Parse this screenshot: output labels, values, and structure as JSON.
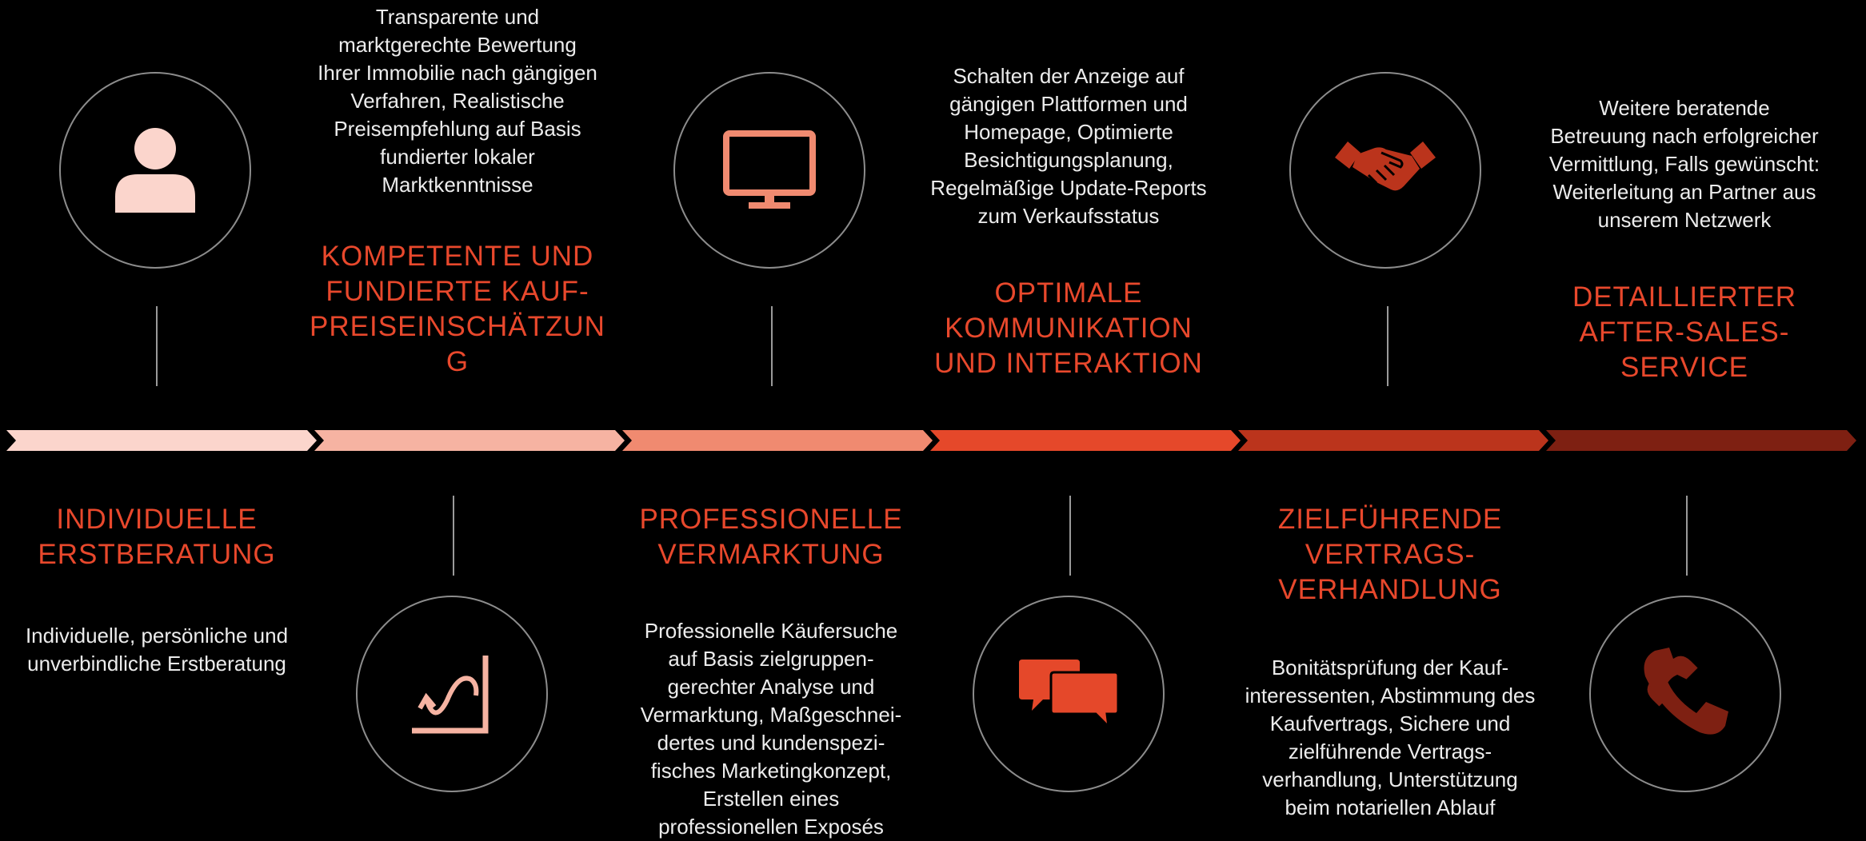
{
  "colors": {
    "background": "#000000",
    "title": "#e8482c",
    "text": "#ececec",
    "circle_border": "#8c8c8c",
    "arrows": [
      "#fbd5cc",
      "#f6b3a2",
      "#f08a70",
      "#e5482a",
      "#bb341c",
      "#7e2012"
    ]
  },
  "steps": [
    {
      "title": "INDIVIDUELLE\nERSTBERATUNG",
      "text": "Individuelle, persönliche und\nunverbindliche Erstberatung",
      "icon": "person-icon",
      "icon_color": "#fbd5cc"
    },
    {
      "title": "KOMPETENTE UND\nFUNDIERTE KAUF-\nPREISEINSCHÄTZUN\nG",
      "text": "Transparente und\nmarktgerechte Bewertung\nIhrer Immobilie nach gängigen\nVerfahren, Realistische\nPreisempfehlung auf Basis\nfundierter lokaler\nMarktkenntnisse",
      "icon": "chart-curve-icon",
      "icon_color": "#f6b3a2"
    },
    {
      "title": "PROFESSIONELLE\nVERMARKTUNG",
      "text": "Professionelle Käufersuche\nauf Basis zielgruppen-\ngerechter Analyse und\nVermarktung, Maßgeschnei-\ndertes und kundenspezi-\nfisches Marketingkonzept,\nErstellen eines\nprofessionellen Exposés",
      "icon": "monitor-icon",
      "icon_color": "#f08a70"
    },
    {
      "title": "OPTIMALE\nKOMMUNIKATION\nUND INTERAKTION",
      "text": "Schalten der Anzeige auf\ngängigen Plattformen und\nHomepage, Optimierte\nBesichtigungsplanung,\nRegelmäßige Update-Reports\nzum Verkaufsstatus",
      "icon": "chat-bubbles-icon",
      "icon_color": "#e5482a"
    },
    {
      "title": "ZIELFÜHRENDE\nVERTRAGS-\nVERHANDLUNG",
      "text": "Bonitätsprüfung der Kauf-\ninteressenten, Abstimmung des\nKaufvertrags, Sichere und\nzielführende Vertrags-\nverhandlung, Unterstützung\nbeim notariellen Ablauf",
      "icon": "handshake-icon",
      "icon_color": "#bb341c"
    },
    {
      "title": "DETAILLIERTER\nAFTER-SALES-\nSERVICE",
      "text": "Weitere beratende\nBetreuung nach erfolgreicher\nVermittlung, Falls gewünscht:\nWeiterleitung an Partner aus\nunserem Netzwerk",
      "icon": "phone-icon",
      "icon_color": "#7e2012"
    }
  ]
}
